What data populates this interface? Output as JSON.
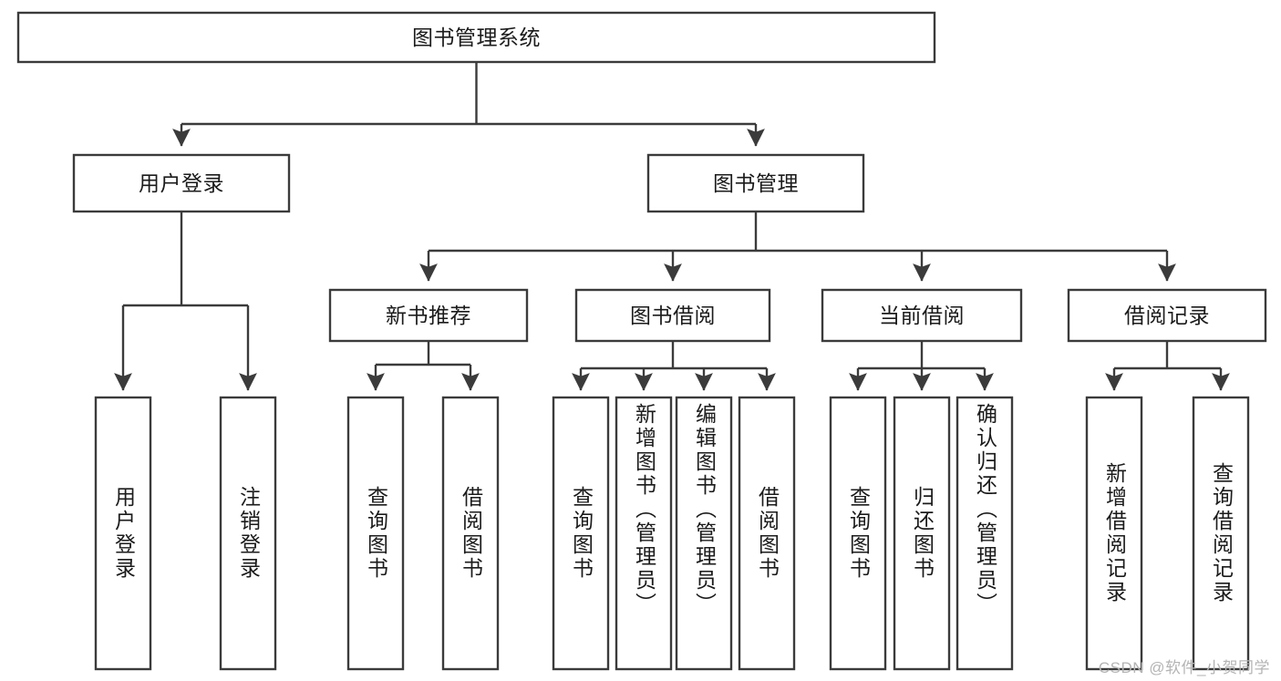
{
  "diagram": {
    "kind": "tree-structure-chart",
    "title_node": "图书管理系统",
    "watermark": "CSDN @软件_小贺同学",
    "colors": {
      "stroke": "#3b3b3b",
      "box_fill": "#ffffff",
      "text": "#1b1b1b",
      "background": "#ffffff",
      "watermark": "#b4b4b4"
    },
    "nodes": {
      "root": "图书管理系统",
      "level2": [
        "用户登录",
        "图书管理"
      ],
      "level3": [
        "新书推荐",
        "图书借阅",
        "当前借阅",
        "借阅记录"
      ],
      "leaves": {
        "user_login": [
          "用户登录",
          "注销登录"
        ],
        "new_book_recommend": [
          "查询图书",
          "借阅图书"
        ],
        "book_borrow": [
          "查询图书",
          "新增图书（管理员）",
          "编辑图书（管理员）",
          "借阅图书"
        ],
        "current_borrow": [
          "查询图书",
          "归还图书",
          "确认归还（管理员）"
        ],
        "borrow_record": [
          "新增借阅记录",
          "查询借阅记录"
        ]
      }
    }
  }
}
